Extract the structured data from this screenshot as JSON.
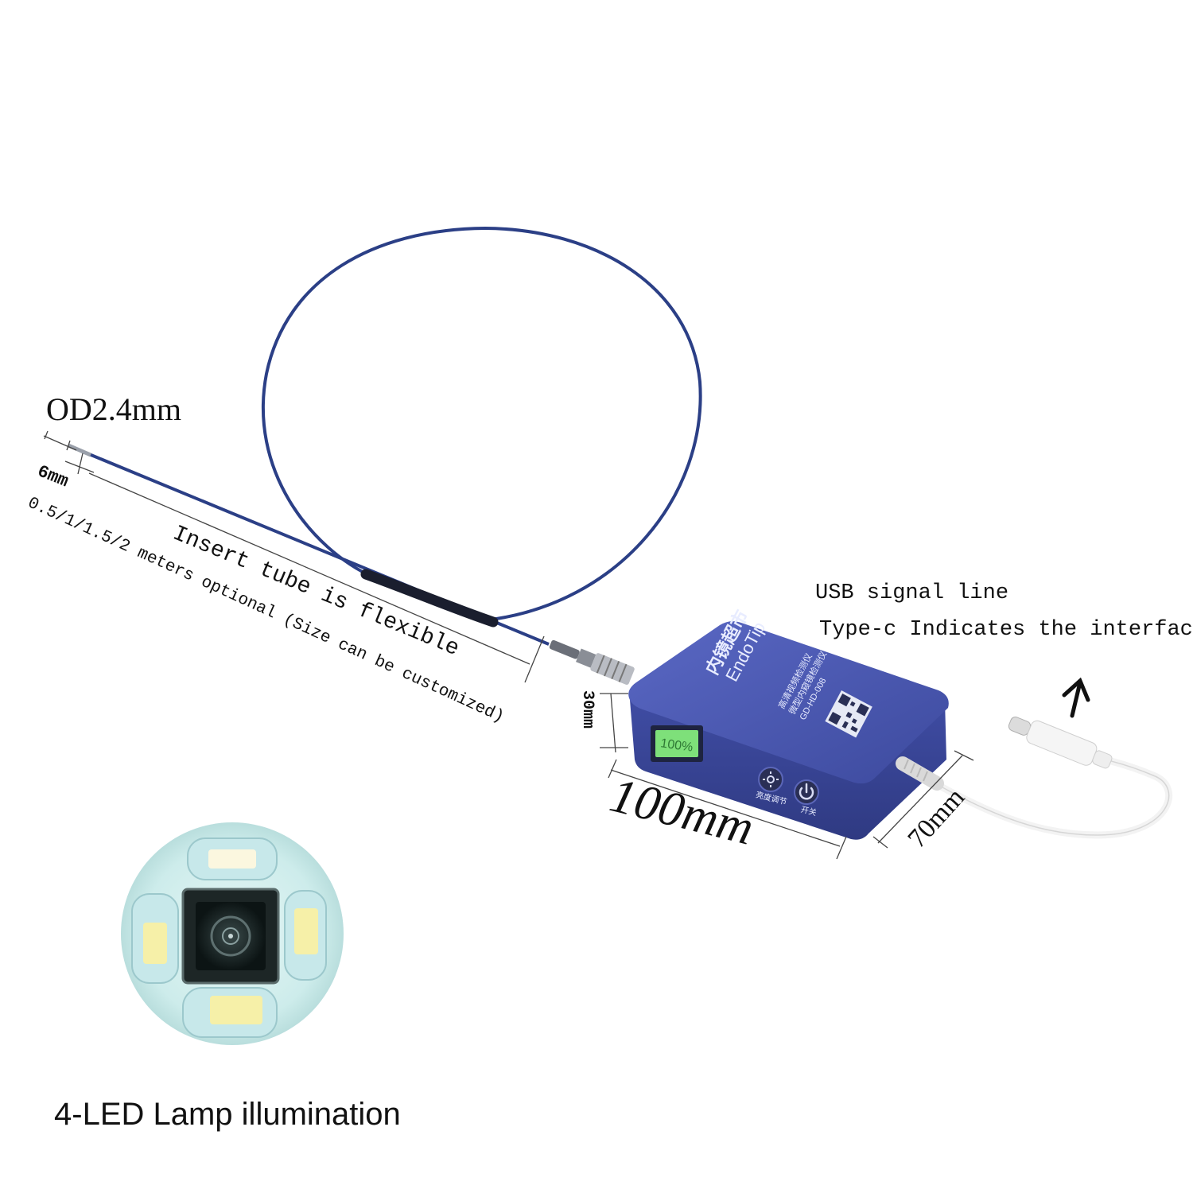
{
  "labels": {
    "od": "OD2.4mm",
    "tip_length": "6mm",
    "length_options": "0.5/1/1.5/2 meters optional (Size can be customized)",
    "insert_tube": "Insert tube is flexible",
    "usb_line": "USB signal line",
    "type_c": "Type-c Indicates the interface",
    "height": "30mm",
    "width": "100mm",
    "depth": "70mm",
    "led_caption": "4-LED Lamp illumination"
  },
  "device": {
    "brand_cn": "内镜超市",
    "brand_en": "EndoTip",
    "line1_cn": "高清视频检测仪",
    "line2_cn": "微型内窥镜检测仪",
    "model": "GD-HD-008",
    "battery_display": "100%",
    "brightness_button_label": "亮度调节",
    "power_button_label": "开关"
  },
  "colors": {
    "cable": "#2b3f86",
    "device_top": "#4c5ab4",
    "device_side": "#3a4696",
    "lcd": "#7ee07a",
    "usb_cable": "#f4f4f4"
  },
  "icons": [
    "arrow-up-icon",
    "sun-icon",
    "power-icon"
  ]
}
